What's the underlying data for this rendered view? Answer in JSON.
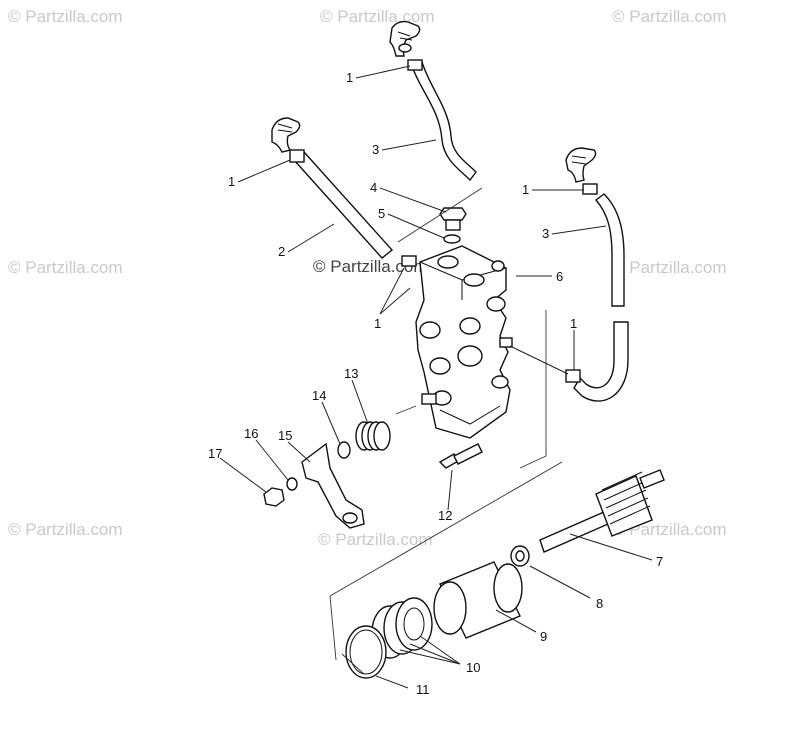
{
  "watermarks": {
    "text": "© Partzilla.com",
    "center_text": "© Partzilla.com"
  },
  "callouts": {
    "c1a": "1",
    "c1b": "1",
    "c1c": "1",
    "c1d": "1",
    "c1e": "1",
    "c2": "2",
    "c3a": "3",
    "c3b": "3",
    "c4": "4",
    "c5": "5",
    "c6": "6",
    "c7": "7",
    "c8": "8",
    "c9": "9",
    "c10": "10",
    "c11": "11",
    "c12": "12",
    "c13": "13",
    "c14": "14",
    "c15": "15",
    "c16": "16",
    "c17": "17"
  }
}
